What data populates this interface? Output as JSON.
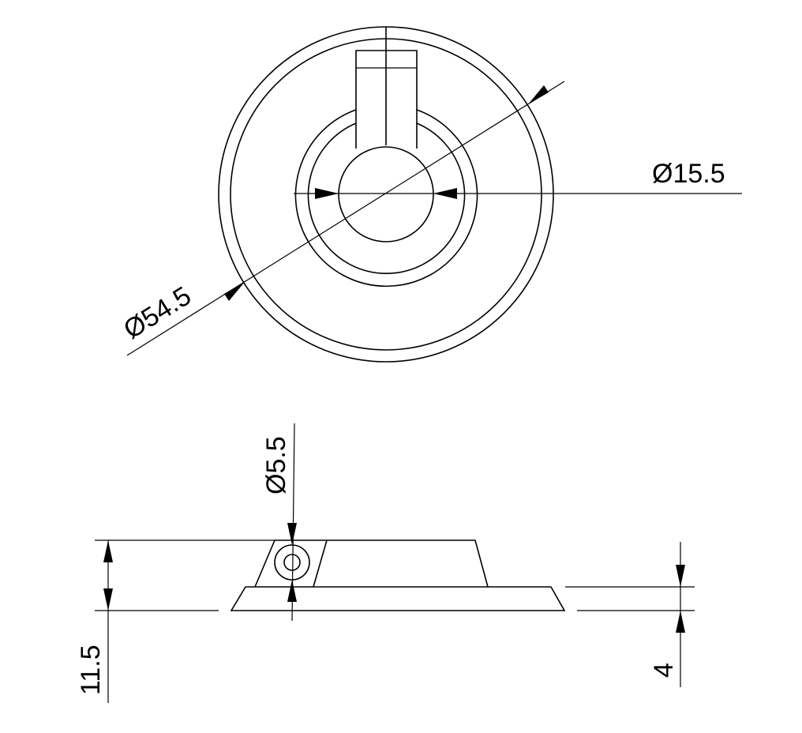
{
  "top_view": {
    "outer_diameter_label": "Ø54.5",
    "bore_diameter_label": "Ø15.5"
  },
  "side_view": {
    "cross_hole_diameter_label": "Ø5.5",
    "total_height_label": "11.5",
    "flange_height_label": "4"
  }
}
